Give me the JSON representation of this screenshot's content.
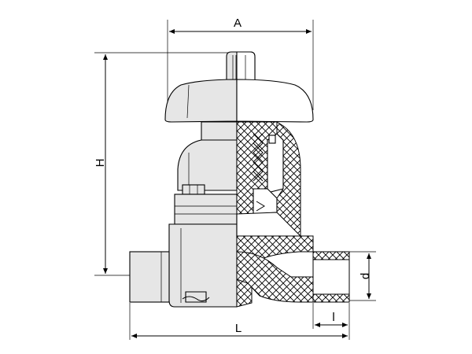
{
  "diagram": {
    "dimension_labels": {
      "A": "A",
      "H": "H",
      "L": "L",
      "d": "d",
      "l": "l"
    },
    "colors": {
      "line": "#000000",
      "part_fill": "#e6e6e6",
      "background": "#ffffff"
    }
  }
}
